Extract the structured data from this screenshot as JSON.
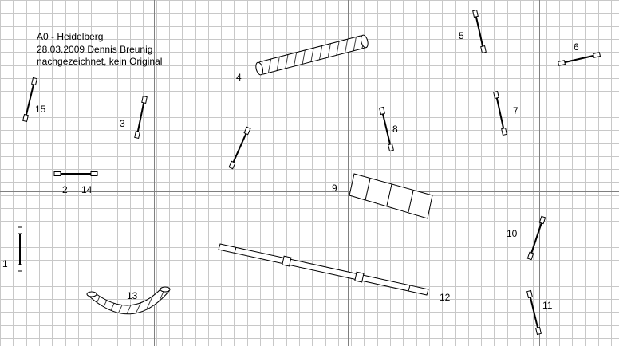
{
  "header": {
    "lines": [
      "A0 - Heidelberg",
      "28.03.2009 Dennis Breunig",
      "nachgezeichnet, kein Original"
    ]
  },
  "labels": {
    "n1": "1",
    "n2": "2",
    "n14": "14",
    "n3": "3",
    "n4": "4",
    "n5": "5",
    "n6": "6",
    "n7": "7",
    "n8": "8",
    "n9": "9",
    "n10": "10",
    "n11": "11",
    "n12": "12",
    "n13": "13",
    "n15": "15"
  },
  "colors": {
    "grid": "#c8c8c8",
    "axis": "#808080",
    "ink": "#000000"
  }
}
